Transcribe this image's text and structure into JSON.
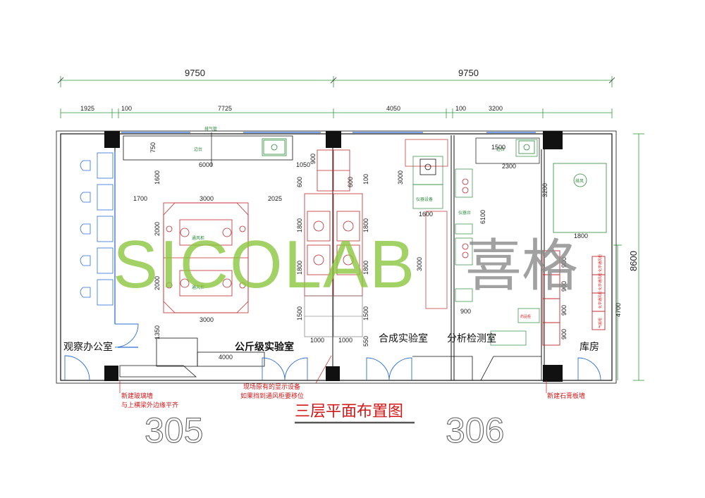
{
  "dimensions": {
    "top_left_total": "9750",
    "top_right_total": "9750",
    "right_height": "8600",
    "seg_a": "1925",
    "seg_b": "100",
    "seg_c": "7725",
    "seg_d": "4050",
    "seg_e": "100",
    "seg_f": "3200",
    "d_750": "750",
    "d_6000": "6000",
    "d_1050": "1050",
    "d_1600": "1600",
    "d_1700": "1700",
    "d_3000_top": "3000",
    "d_2025": "2025",
    "d_2000_a": "2000",
    "d_2000_b": "2000",
    "d_3000_bot": "3000",
    "d_1350": "1350",
    "d_4000": "4000",
    "d_900_a": "900",
    "d_600_a": "600",
    "d_600_b": "600",
    "d_100": "100",
    "d_1800_a": "1800",
    "d_1800_b": "1800",
    "d_1800_c": "1800",
    "d_1800_d": "1800",
    "d_1500_a": "1500",
    "d_1500_b": "1500",
    "d_1000_a": "1000",
    "d_1000_b": "1000",
    "d_550": "550",
    "d_3000_mid": "3000",
    "d_1600_b": "1600",
    "d_6100": "6100",
    "d_3000_c": "3000",
    "d_900_b": "900",
    "d_1500_top": "1500",
    "d_2300": "2300",
    "d_3200_r": "3200",
    "d_1800_r": "1800",
    "d_4700": "4700",
    "d_900_c": "900",
    "d_900_d": "900",
    "d_900_e": "900",
    "d_900_f": "900"
  },
  "labels": {
    "exhaust_pipe": "排气管",
    "bench_top": "边台",
    "bench_right": "边台",
    "bench_mid": "仪器台",
    "fume_hood_left": "通风柜",
    "fume_hood_mid": "通风柜",
    "equipment_note": "仪器设备",
    "exhaust_right": "排风",
    "cabinet": "药品柜",
    "gas_cabinet": "气瓶柜",
    "fume_hood_1": "化学通风柜",
    "fume_hood_2": "化学通风柜",
    "fume_hood_3": "化学通风柜"
  },
  "rooms": {
    "observation_office": "观察办公室",
    "kg_lab": "公斤级实验室",
    "synthesis_lab": "合成实验室",
    "analysis_lab": "分析检测室",
    "storage": "库房"
  },
  "notes": {
    "glass_wall_1": "新建玻璃墙",
    "glass_wall_2": "与上横梁外边缘平齐",
    "existing_1": "现场原有的显示设备",
    "existing_2": "如果挡到通风柜要移位",
    "gypsum_wall": "新建石膏板墙"
  },
  "title": "三层平面布置图",
  "room_numbers": {
    "left": "305",
    "right": "306"
  },
  "watermark": {
    "latin": "SICOLAB",
    "chinese": "喜格"
  },
  "colors": {
    "wall": "#111111",
    "dimension": "#222222",
    "furniture": "#c0282c",
    "bench_green": "#2a8a3a",
    "window_blue": "#2c6fd6",
    "note_red": "#d01818",
    "watermark_green": "#8cc63f",
    "watermark_blue": "#1f5fb0",
    "watermark_gray": "#8a8a8a"
  }
}
